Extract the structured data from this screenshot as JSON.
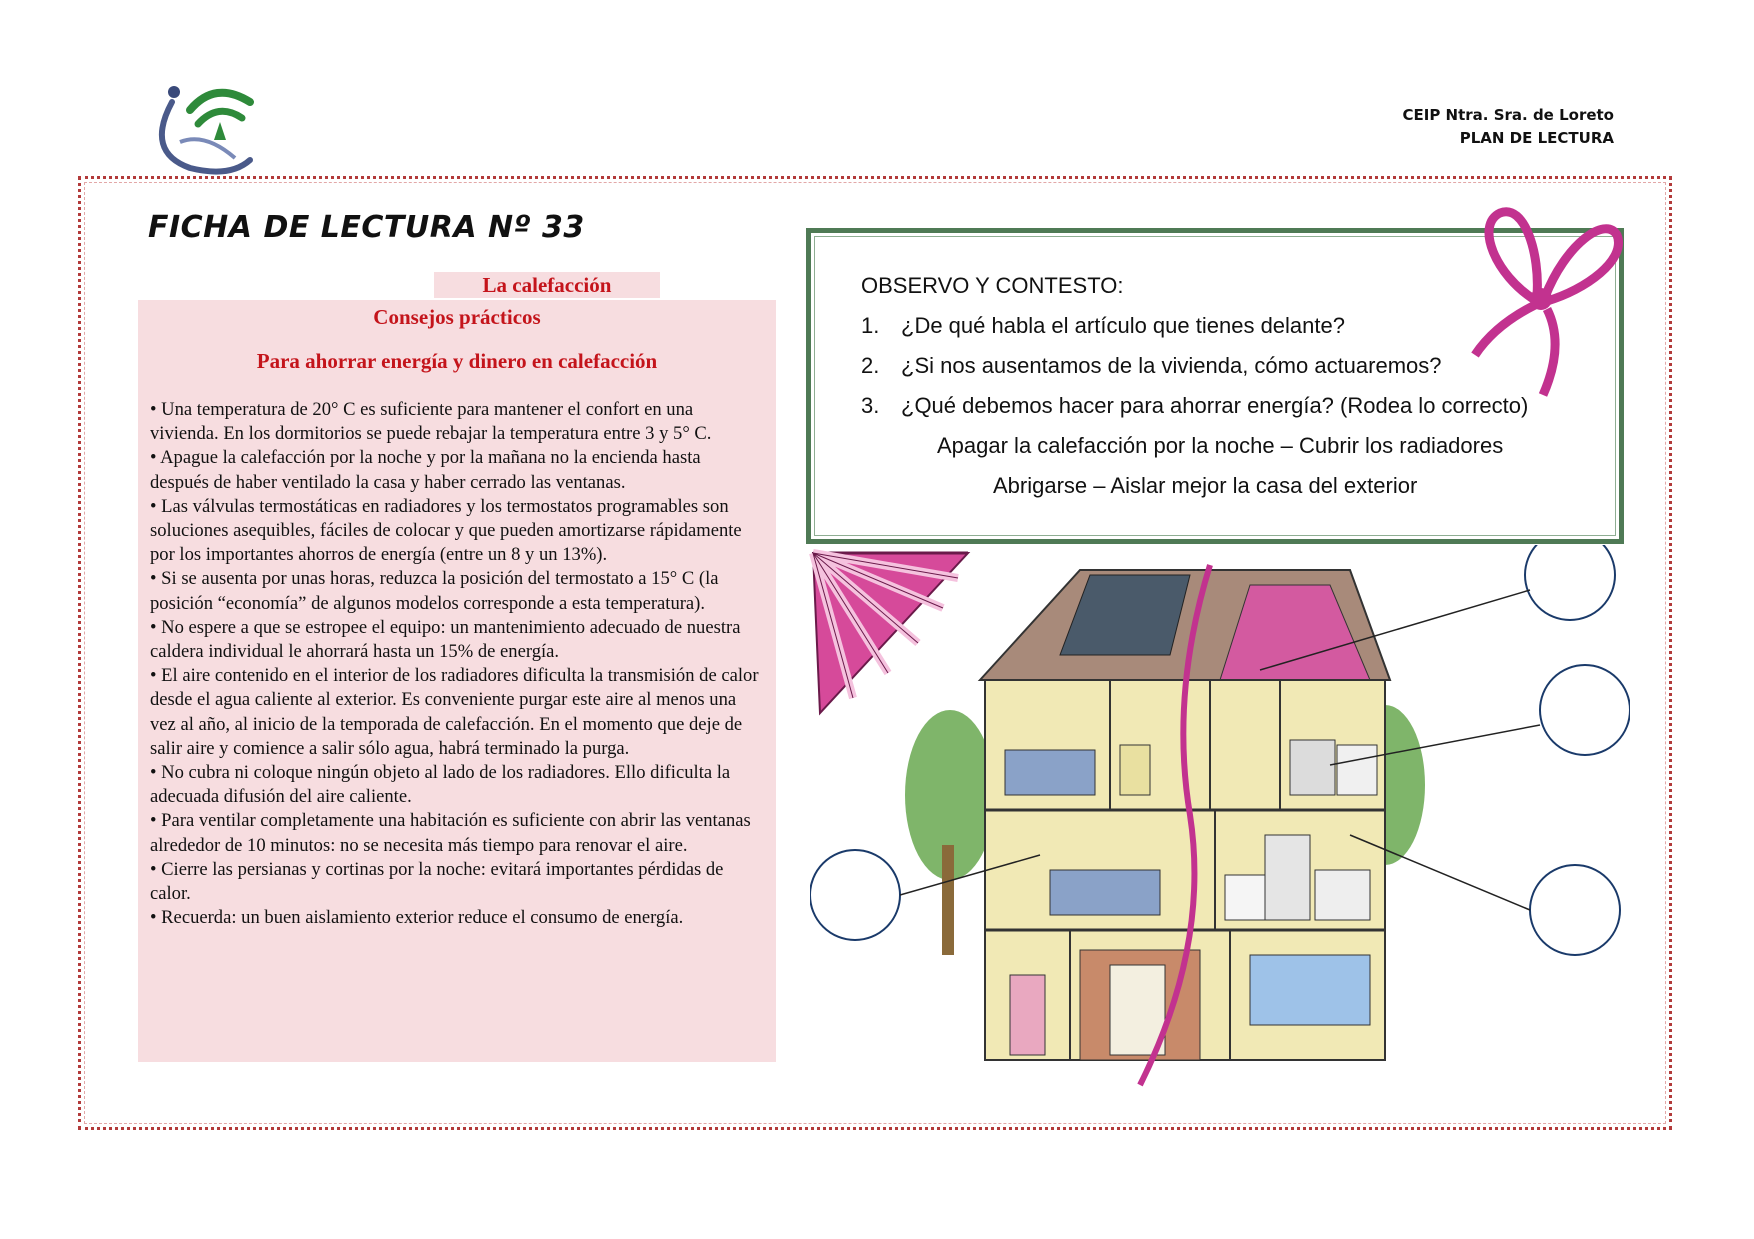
{
  "header": {
    "school_line1": "CEIP Ntra. Sra. de Loreto",
    "school_line2": "PLAN DE LECTURA"
  },
  "sheet": {
    "title": "FICHA DE LECTURA Nº 33"
  },
  "article": {
    "title": "La calefacción",
    "subtitle1": "Consejos prácticos",
    "subtitle2": "Para ahorrar energía y dinero en calefacción",
    "tips": [
      "• Una temperatura de 20° C es suficiente para mantener el confort en una vivienda. En los dormitorios se puede rebajar la temperatura entre 3 y 5° C.",
      "• Apague la calefacción por la noche y por la mañana no la encienda hasta después de haber ventilado la casa y haber cerrado las ventanas.",
      "• Las válvulas termostáticas en radiadores y los termostatos programables son soluciones asequibles, fáciles de colocar y que pueden amortizarse rápidamente por los importantes ahorros de energía (entre un 8 y un 13%).",
      "• Si se ausenta por unas horas, reduzca la posición del termostato a 15° C (la posición “economía” de algunos modelos corresponde a esta temperatura).",
      "• No espere a que se estropee el equipo: un mantenimiento adecuado de nuestra caldera individual le ahorrará hasta un 15% de energía.",
      "• El aire contenido en el interior de los radiadores dificulta la transmisión de calor desde el agua caliente al exterior. Es conveniente purgar este aire al menos una vez al año, al inicio de la temporada de calefacción. En el momento que deje de salir aire y comience a salir sólo agua, habrá terminado la purga.",
      "• No cubra ni coloque ningún objeto al lado de los radiadores. Ello dificulta la adecuada difusión del aire caliente.",
      "• Para ventilar completamente una habitación es suficiente con abrir las ventanas alrededor de 10 minutos: no se necesita más tiempo para renovar el aire.",
      "• Cierre las persianas y cortinas por la noche: evitará importantes pérdidas de calor.",
      "• Recuerda: un buen aislamiento exterior reduce el consumo de energía."
    ]
  },
  "questions": {
    "heading": "OBSERVO Y CONTESTO:",
    "items": [
      {
        "num": "1.",
        "text": "¿De qué habla el artículo que tienes delante?"
      },
      {
        "num": "2.",
        "text": "¿Si nos ausentamos de la vivienda, cómo actuaremos?"
      },
      {
        "num": "3.",
        "text": "¿Qué debemos hacer para ahorrar energía? (Rodea lo correcto)"
      }
    ],
    "options_line1": "Apagar la calefacción por la noche – Cubrir los radiadores",
    "options_line2": "Abrigarse – Aislar mejor la casa del exterior"
  },
  "colors": {
    "red_title": "#c4141b",
    "panel_pink": "#f7dde0",
    "frame_green": "#4f7a55",
    "ribbon_pink": "#c2328f"
  },
  "icons": {
    "logo": "junta-andalucia-logo",
    "illustration": "house-cutaway-illustration",
    "bow": "ribbon-bow-icon",
    "fan": "paper-fan-icon"
  }
}
